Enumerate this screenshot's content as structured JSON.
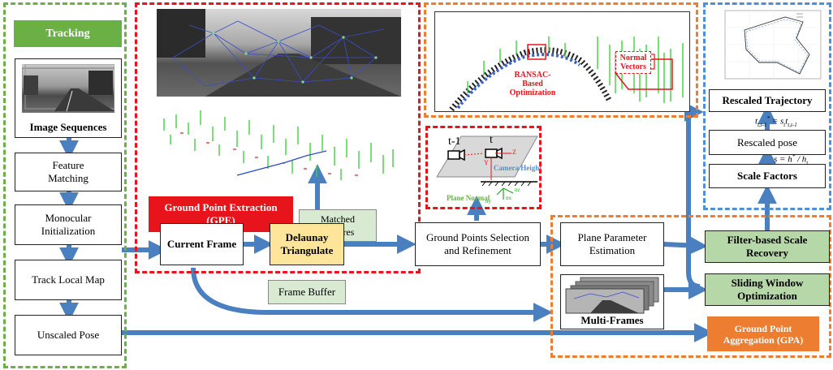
{
  "tracking": {
    "title": "Tracking",
    "image_sequences": "Image Sequences",
    "feature_matching": "Feature Matching",
    "monocular_init": "Monocular Initialization",
    "track_local_map": "Track Local Map",
    "unscaled_pose": "Unscaled Pose"
  },
  "gpe": {
    "title": "Ground Point Extraction (GPE)",
    "current_frame": "Current Frame",
    "delaunay": "Delaunay Triangulate",
    "matched_features": "Matched Features",
    "frame_buffer": "Frame Buffer"
  },
  "ground_selection": "Ground Points Selection and Refinement",
  "ransac": {
    "ransac_label": "RANSAC-Based Optimization",
    "normal_vectors": "Normal Vectors"
  },
  "camera_model": {
    "t_prev": "t-1",
    "t_curr": "t",
    "camera_height": "Camera Height",
    "plane_normal": "Plane Normal",
    "z": "Z",
    "y": "Y",
    "nx": "nx",
    "ny": "ny",
    "nz": "nz"
  },
  "gpa": {
    "plane_param": "Plane Parameter Estimation",
    "multi_frames": "Multi-Frames",
    "title": "Ground Point Aggregation (GPA)",
    "filter_scale": "Filter-based Scale Recovery",
    "sliding_window": "Sliding Window Optimization"
  },
  "rescale": {
    "rescaled_trajectory": "Rescaled Trajectory",
    "pose_eq": "t_{t,t-1}^* = s_t t_{t,t-1}",
    "rescaled_pose": "Rescaled pose",
    "scale_eq": "s = h* / h_t",
    "scale_factors": "Scale Factors"
  },
  "colors": {
    "tracking_green": "#6ab045",
    "gpe_red": "#e8141b",
    "gpa_orange": "#ed7d31",
    "rescale_blue": "#4f8fd6",
    "arrow_blue": "#4a7fc0",
    "light_green": "#d9ead3",
    "delaunay_yellow": "#ffe599",
    "green_box": "#b6d7a8"
  }
}
